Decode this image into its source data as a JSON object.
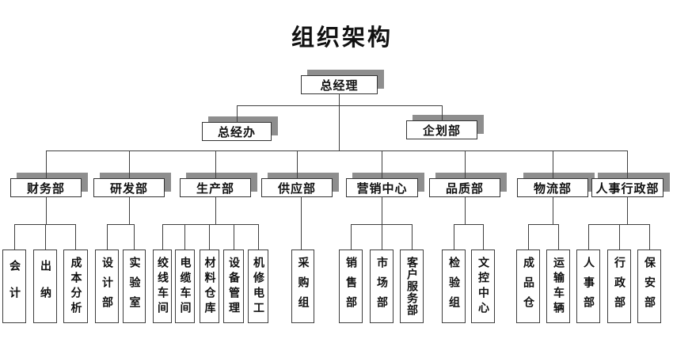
{
  "title": "组织架构",
  "org": {
    "root": {
      "label": "总经理"
    },
    "staff": [
      {
        "label": "总经办"
      },
      {
        "label": "企划部"
      }
    ],
    "departments": [
      {
        "label": "财务部",
        "children": [
          {
            "label": "会计"
          },
          {
            "label": "出纳"
          },
          {
            "label": "成本分析"
          }
        ]
      },
      {
        "label": "研发部",
        "children": [
          {
            "label": "设计部"
          },
          {
            "label": "实验室"
          }
        ]
      },
      {
        "label": "生产部",
        "children": [
          {
            "label": "绞线车间"
          },
          {
            "label": "电缆车间"
          },
          {
            "label": "材料仓库"
          },
          {
            "label": "设备管理"
          },
          {
            "label": "机修电工"
          }
        ]
      },
      {
        "label": "供应部",
        "children": [
          {
            "label": "采购组"
          }
        ]
      },
      {
        "label": "营销中心",
        "children": [
          {
            "label": "销售部"
          },
          {
            "label": "市场部"
          },
          {
            "label": "客户服务部"
          }
        ]
      },
      {
        "label": "品质部",
        "children": [
          {
            "label": "检验组"
          },
          {
            "label": "文控中心"
          }
        ]
      },
      {
        "label": "物流部",
        "children": [
          {
            "label": "成品仓"
          },
          {
            "label": "运输车辆"
          }
        ]
      },
      {
        "label": "人事行政部",
        "children": [
          {
            "label": "人事部"
          },
          {
            "label": "行政部"
          },
          {
            "label": "保安部"
          }
        ]
      }
    ]
  },
  "colors": {
    "background": "#ffffff",
    "box_fill": "#ffffff",
    "box_border": "#333333",
    "box_shadow": "#8e8e8e",
    "connector_line": "#3f3f3f",
    "text": "#111111"
  }
}
